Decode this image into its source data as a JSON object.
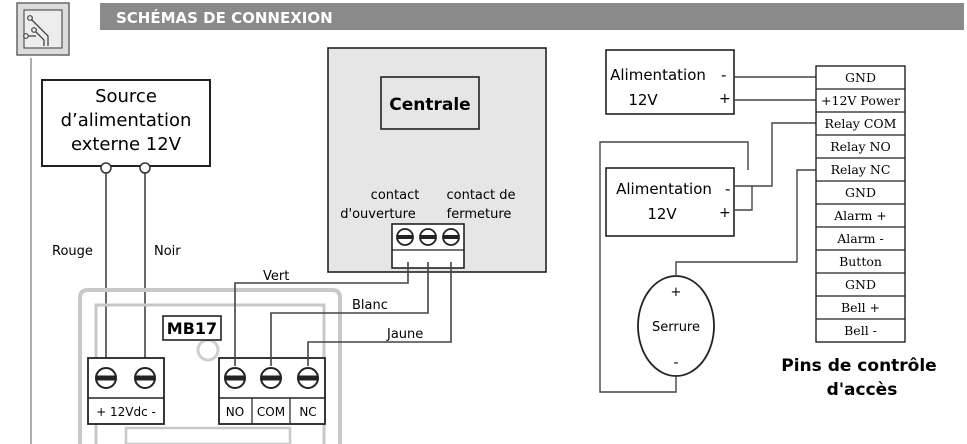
{
  "header": {
    "title": "SCHÉMAS DE CONNEXION"
  },
  "power_source": {
    "line1": "Source",
    "line2": "d’alimentation",
    "line3": "externe 12V"
  },
  "wires": {
    "red": "Rouge",
    "black": "Noir",
    "green": "Vert",
    "white": "Blanc",
    "yellow": "Jaune"
  },
  "device": {
    "name": "MB17",
    "power_terminal_label": "+ 12Vdc -",
    "relay_terminals": [
      "NO",
      "COM",
      "NC"
    ]
  },
  "central": {
    "title": "Centrale",
    "open_contact_line1": "contact",
    "open_contact_line2": "d'ouverture",
    "close_contact_line1": "contact de",
    "close_contact_line2": "fermeture"
  },
  "supply_top": {
    "line1": "Alimentation",
    "line2": "12V",
    "minus": "-",
    "plus": "+"
  },
  "supply_bottom": {
    "line1": "Alimentation",
    "line2": "12V",
    "minus": "-",
    "plus": "+"
  },
  "lock": {
    "label": "Serrure",
    "plus": "+",
    "minus": "-"
  },
  "pins": [
    "GND",
    "+12V Power",
    "Relay COM",
    "Relay NO",
    "Relay NC",
    "GND",
    "Alarm +",
    "Alarm -",
    "Button",
    "GND",
    "Bell +",
    "Bell -"
  ],
  "pins_caption": {
    "line1": "Pins de contrôle",
    "line2": "d'accès"
  },
  "colors": {
    "header_bg": "#8a8a8a",
    "central_bg": "#e6e6e6",
    "device_outline": "#c8c8c8"
  }
}
